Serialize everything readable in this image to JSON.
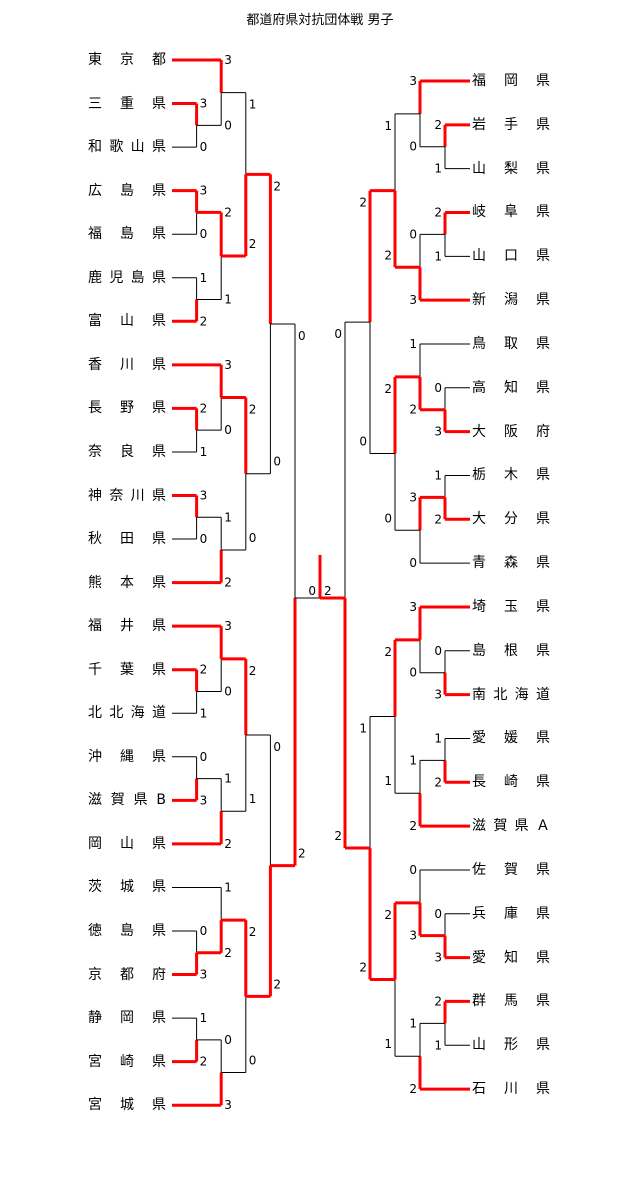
{
  "title": "都道府県対抗団体戦 男子",
  "colors": {
    "winner": "#ff0000",
    "line": "#000000"
  },
  "left_teams": [
    "東京都",
    "三重県",
    "和歌山県",
    "広島県",
    "福島県",
    "鹿児島県",
    "富山県",
    "香川県",
    "長野県",
    "奈良県",
    "神奈川県",
    "秋田県",
    "熊本県",
    "福井県",
    "千葉県",
    "北北海道",
    "沖縄県",
    "滋賀県B",
    "岡山県",
    "茨城県",
    "徳島県",
    "京都府",
    "静岡県",
    "宮崎県",
    "宮城県"
  ],
  "right_teams": [
    "福岡県",
    "岩手県",
    "山梨県",
    "岐阜県",
    "山口県",
    "新潟県",
    "鳥取県",
    "高知県",
    "大阪府",
    "栃木県",
    "大分県",
    "青森県",
    "埼玉県",
    "島根県",
    "南北海道",
    "愛媛県",
    "長崎県",
    "滋賀県Ａ",
    "佐賀県",
    "兵庫県",
    "愛知県",
    "群馬県",
    "山形県",
    "石川県"
  ],
  "left_bracket": {
    "s": [
      0,
      2
    ],
    "a": {
      "s": [
        2,
        0
      ],
      "a": {
        "s": [
          1,
          2
        ],
        "a": {
          "s": [
            3,
            0
          ],
          "a": 0,
          "b": {
            "s": [
              3,
              0
            ],
            "a": 1,
            "b": 2
          }
        },
        "b": {
          "s": [
            2,
            1
          ],
          "a": {
            "s": [
              3,
              0
            ],
            "a": 3,
            "b": 4
          },
          "b": {
            "s": [
              1,
              2
            ],
            "a": 5,
            "b": 6
          }
        }
      },
      "b": {
        "s": [
          2,
          0
        ],
        "a": {
          "s": [
            3,
            0
          ],
          "a": 7,
          "b": {
            "s": [
              2,
              1
            ],
            "a": 8,
            "b": 9
          }
        },
        "b": {
          "s": [
            1,
            2
          ],
          "a": {
            "s": [
              3,
              0
            ],
            "a": 10,
            "b": 11
          },
          "b": 12
        }
      }
    },
    "b": {
      "s": [
        0,
        2
      ],
      "a": {
        "s": [
          2,
          1
        ],
        "a": {
          "s": [
            3,
            0
          ],
          "a": 13,
          "b": {
            "s": [
              2,
              1
            ],
            "a": 14,
            "b": 15
          }
        },
        "b": {
          "s": [
            1,
            2
          ],
          "a": {
            "s": [
              0,
              3
            ],
            "a": 16,
            "b": 17
          },
          "b": 18
        }
      },
      "b": {
        "s": [
          2,
          0
        ],
        "a": {
          "s": [
            1,
            2
          ],
          "a": 19,
          "b": {
            "s": [
              0,
              3
            ],
            "a": 20,
            "b": 21
          }
        },
        "b": {
          "s": [
            0,
            3
          ],
          "a": {
            "s": [
              1,
              2
            ],
            "a": 22,
            "b": 23
          },
          "b": 24
        }
      }
    }
  },
  "right_bracket": {
    "s": [
      0,
      2
    ],
    "a": {
      "s": [
        2,
        0
      ],
      "a": {
        "s": [
          1,
          2
        ],
        "a": {
          "s": [
            3,
            0
          ],
          "a": 0,
          "b": {
            "s": [
              2,
              1
            ],
            "a": 1,
            "b": 2
          }
        },
        "b": {
          "s": [
            0,
            3
          ],
          "a": {
            "s": [
              2,
              1
            ],
            "a": 3,
            "b": 4
          },
          "b": 5
        }
      },
      "b": {
        "s": [
          2,
          0
        ],
        "a": {
          "s": [
            1,
            2
          ],
          "a": 6,
          "b": {
            "s": [
              0,
              3
            ],
            "a": 7,
            "b": 8
          }
        },
        "b": {
          "s": [
            3,
            0
          ],
          "a": {
            "s": [
              1,
              2
            ],
            "a": 9,
            "b": 10
          },
          "b": 11
        }
      }
    },
    "b": {
      "s": [
        1,
        2
      ],
      "a": {
        "s": [
          2,
          1
        ],
        "a": {
          "s": [
            3,
            0
          ],
          "a": 12,
          "b": {
            "s": [
              0,
              3
            ],
            "a": 13,
            "b": 14
          }
        },
        "b": {
          "s": [
            1,
            2
          ],
          "a": {
            "s": [
              1,
              2
            ],
            "a": 15,
            "b": 16
          },
          "b": 17
        }
      },
      "b": {
        "s": [
          2,
          1
        ],
        "a": {
          "s": [
            0,
            3
          ],
          "a": 18,
          "b": {
            "s": [
              0,
              3
            ],
            "a": 19,
            "b": 20
          }
        },
        "b": {
          "s": [
            1,
            2
          ],
          "a": {
            "s": [
              2,
              1
            ],
            "a": 21,
            "b": 22
          },
          "b": 23
        }
      }
    }
  },
  "final": {
    "left_score": "0",
    "right_score": "2"
  }
}
